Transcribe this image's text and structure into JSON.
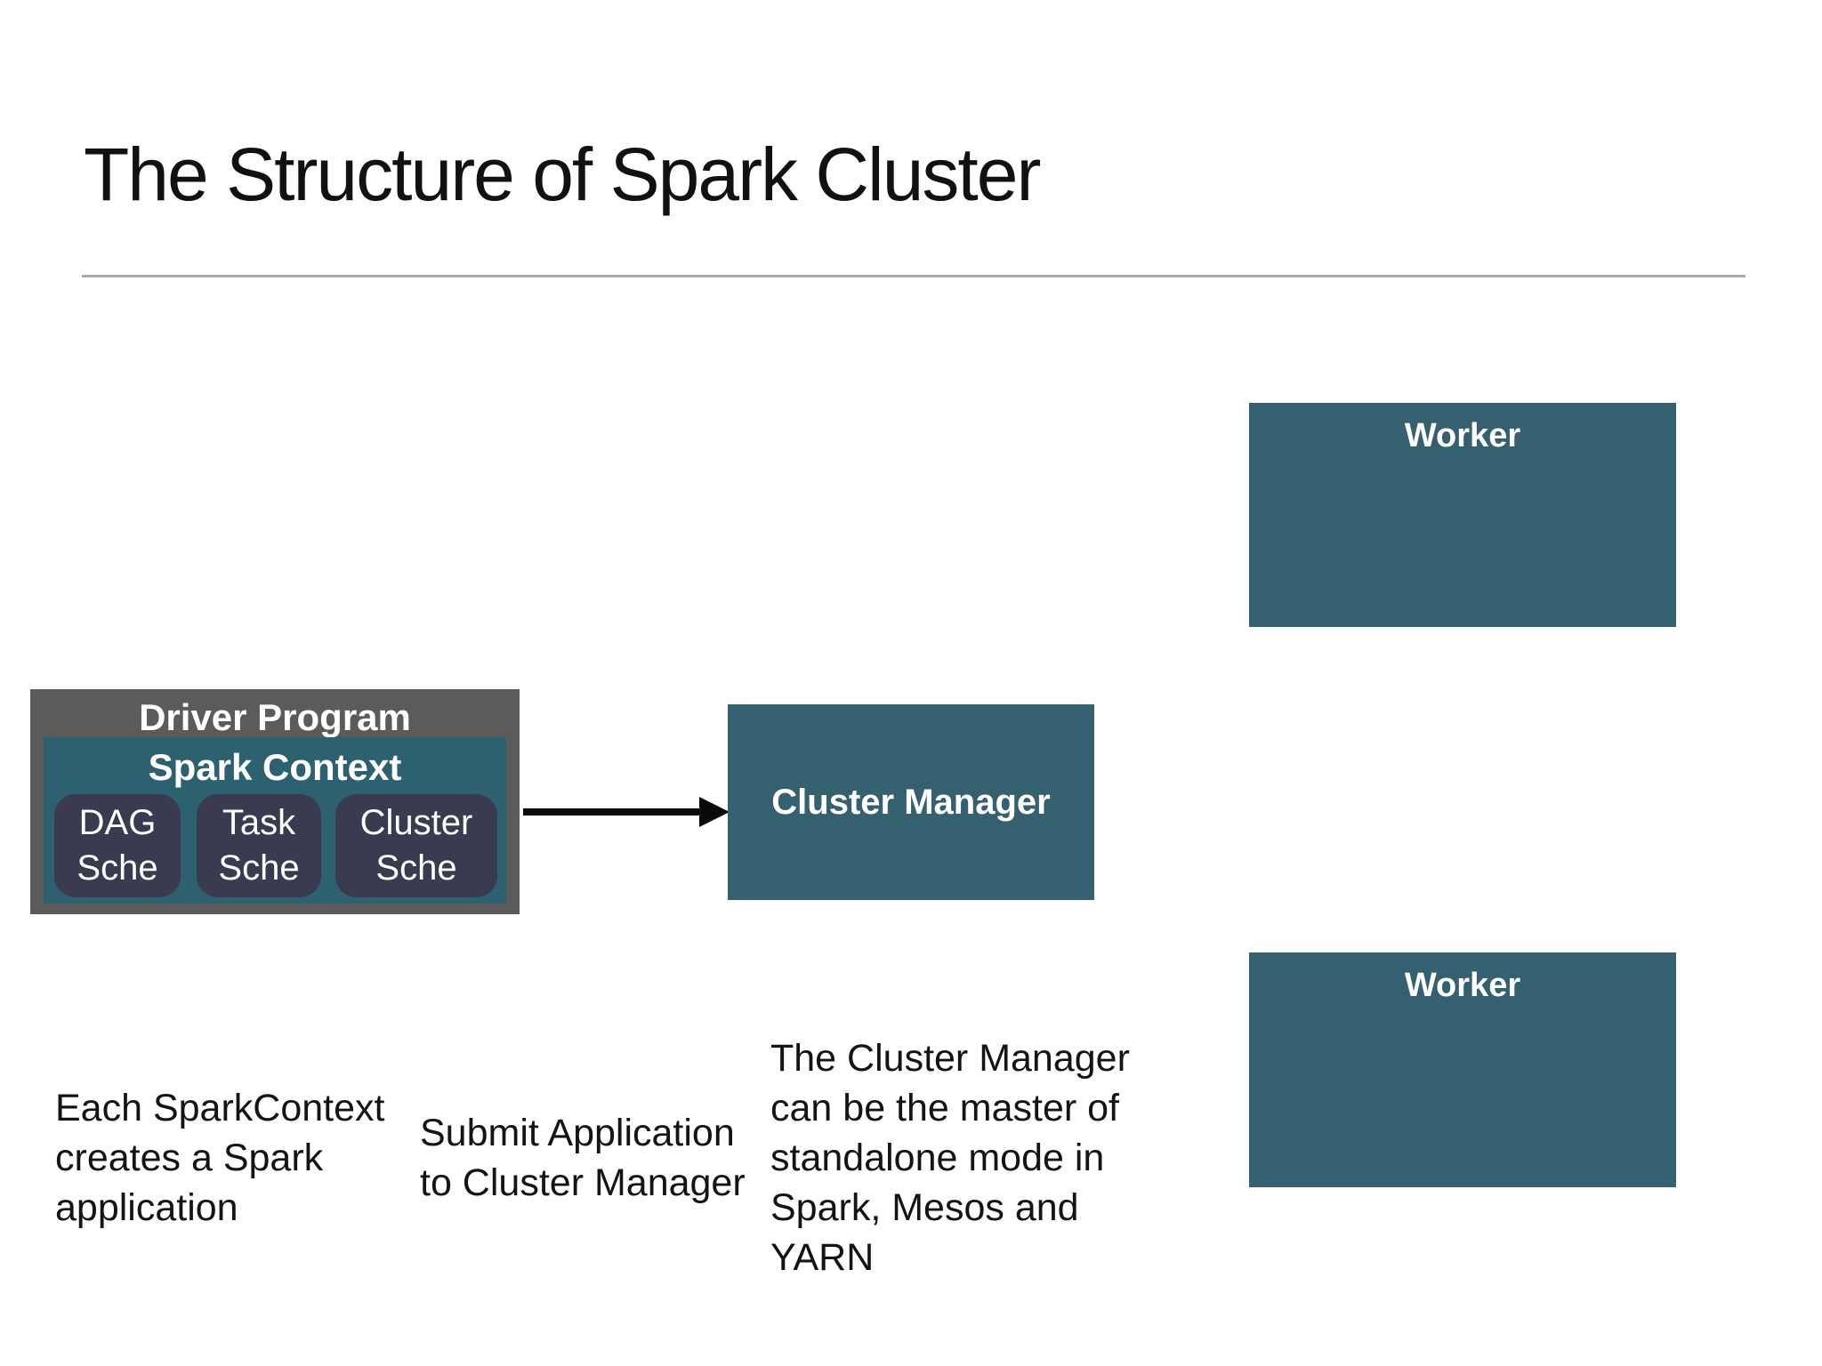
{
  "slide": {
    "title": "The Structure of Spark Cluster"
  },
  "diagram": {
    "driver_program": {
      "label": "Driver Program",
      "spark_context": {
        "label": "Spark Context",
        "schedulers": [
          "DAG\nSche",
          "Task\nSche",
          "Cluster\nSche"
        ]
      }
    },
    "cluster_manager": {
      "label": "Cluster Manager"
    },
    "worker_top": {
      "label": "Worker"
    },
    "worker_bottom": {
      "label": "Worker"
    }
  },
  "notes": {
    "spark_context_note": "Each SparkContext\ncreates a Spark\napplication",
    "submit_note": "Submit Application\nto Cluster Manager",
    "cluster_manager_note": "The Cluster Manager\ncan be the master of\nstandalone mode in\nSpark, Mesos and\nYARN"
  },
  "colors": {
    "teal_box": "#35606F",
    "spark_context_teal": "#2D6170",
    "driver_gray": "#5B5B5B",
    "scheduler_navy": "#3A3A51",
    "arrow_black": "#0A0A0A",
    "title_text": "#111111",
    "body_text": "#141414",
    "divider_gray": "#A9A9A9",
    "box_label_white": "#FFFFFF",
    "background": "#FFFFFF"
  }
}
